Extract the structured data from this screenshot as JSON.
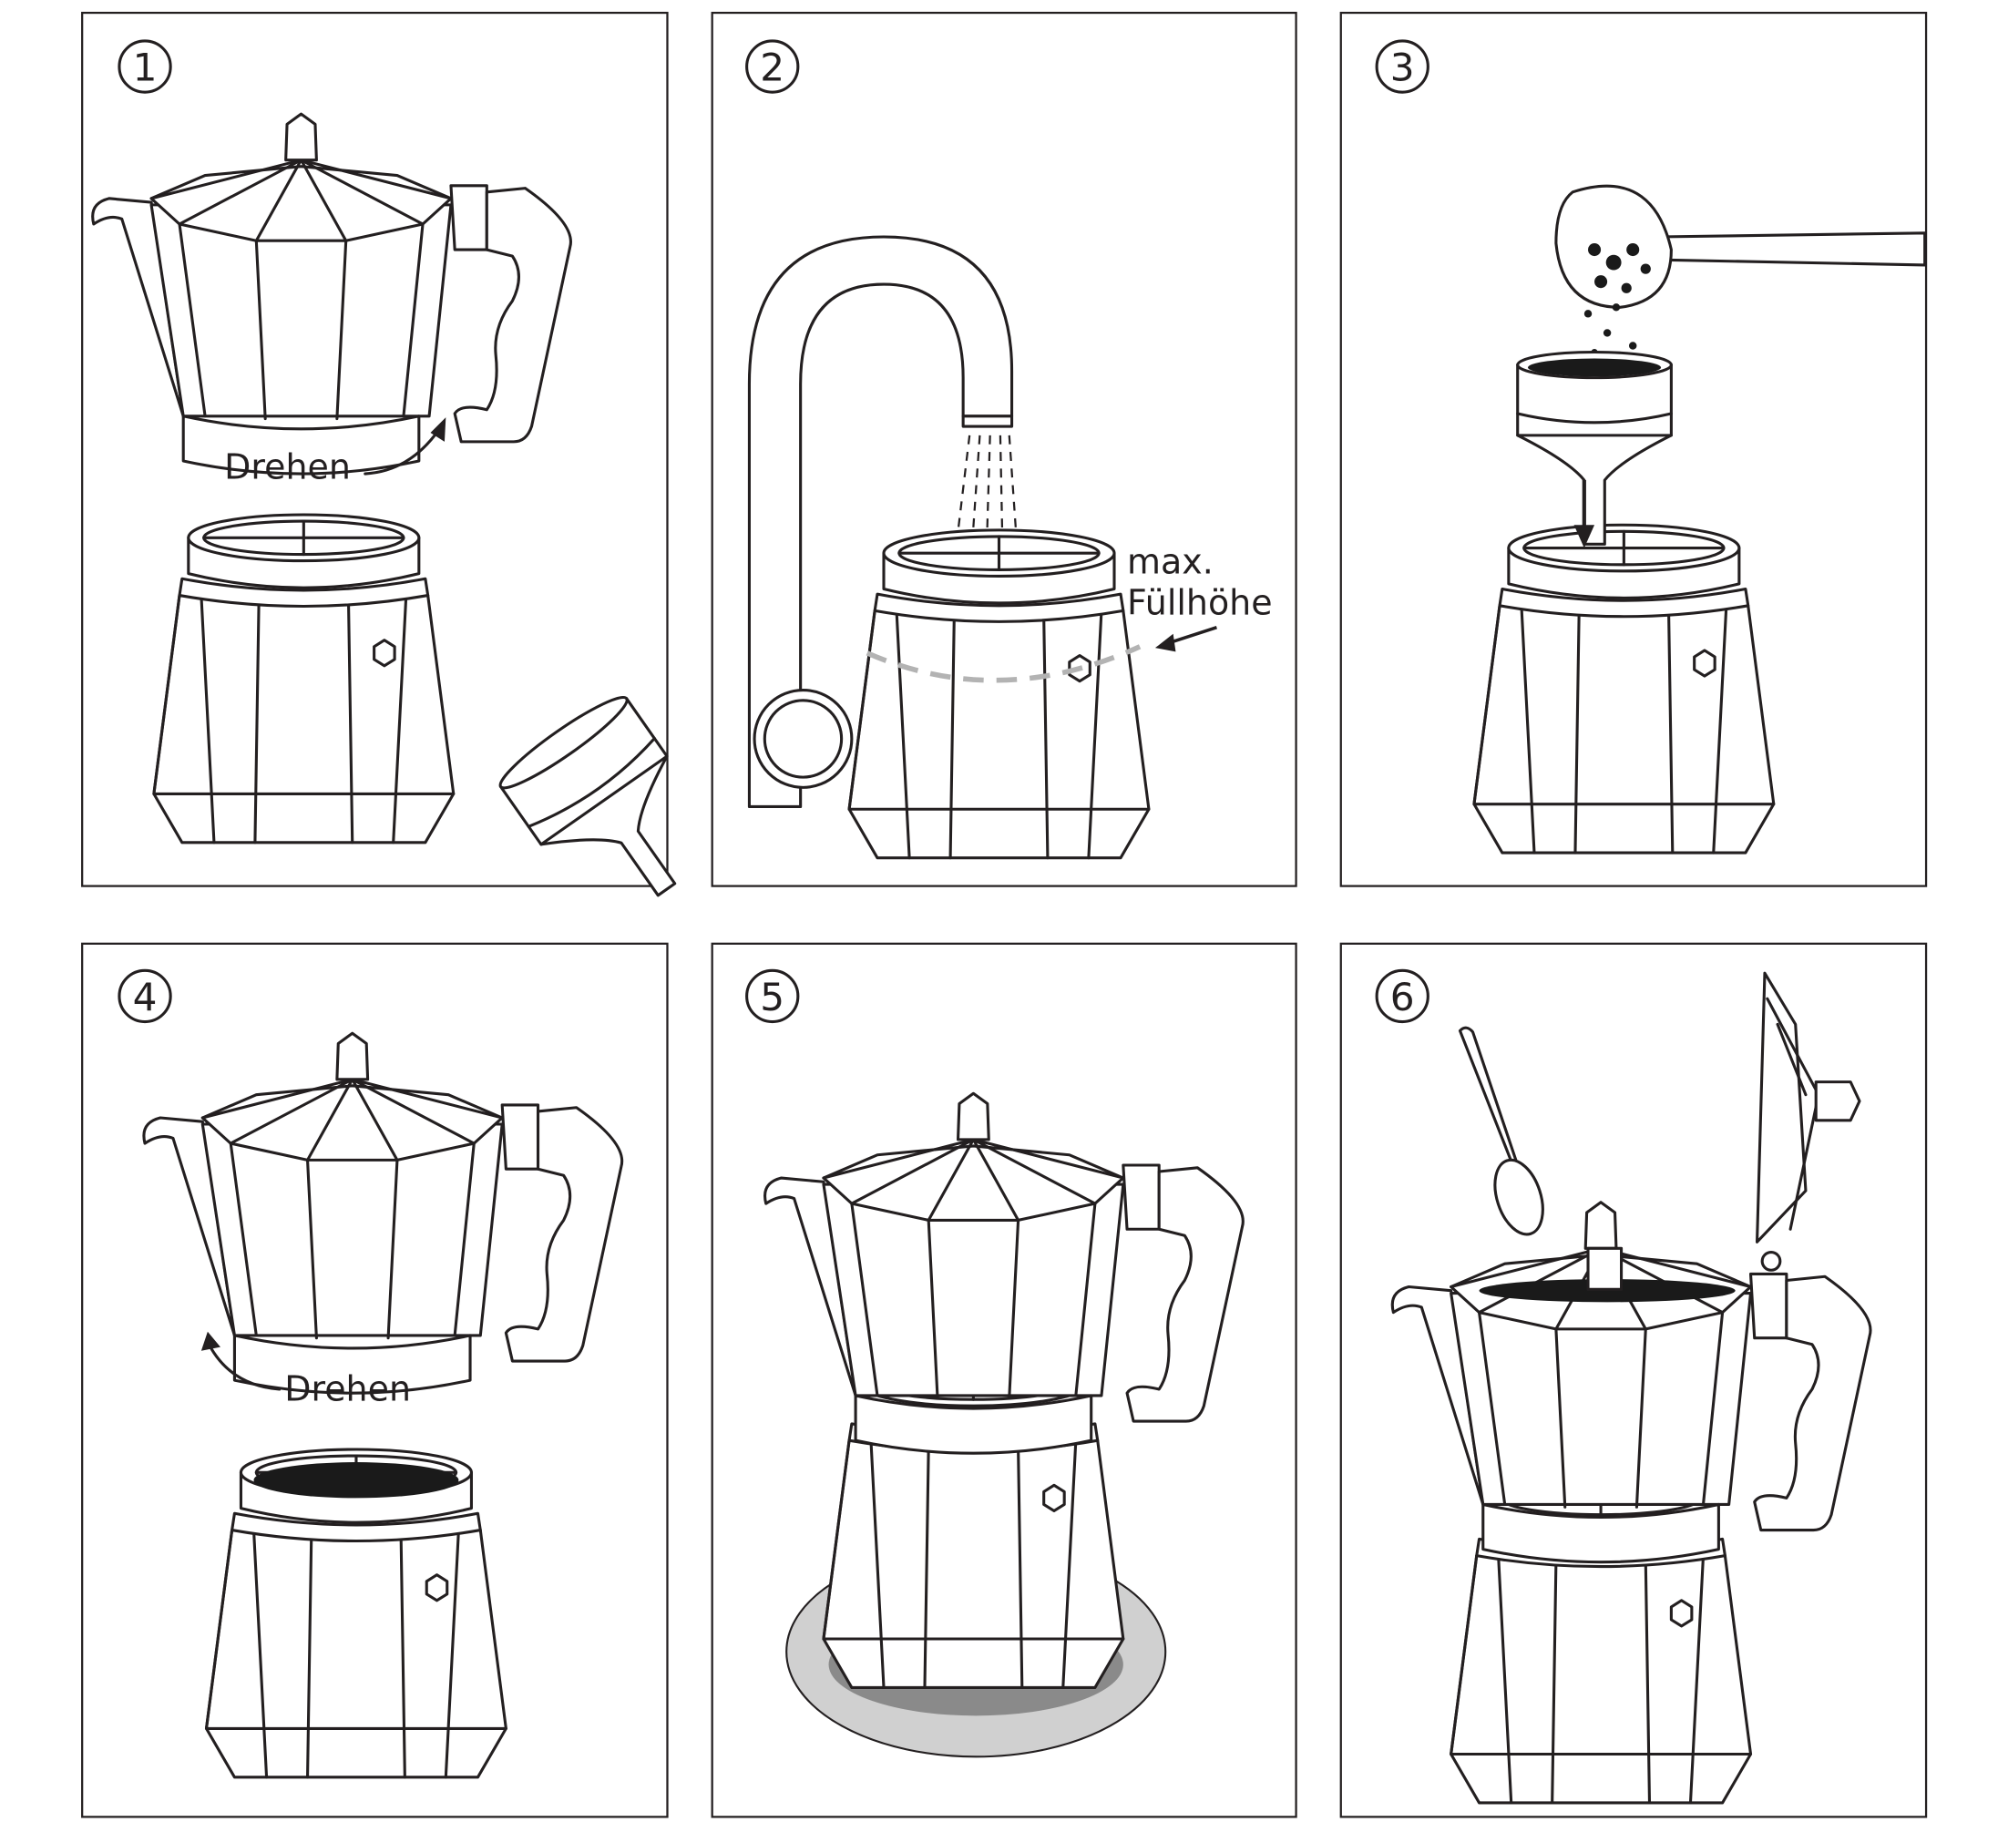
{
  "steps": [
    {
      "number": "1",
      "label": "Drehen"
    },
    {
      "number": "2",
      "label_line1": "max.",
      "label_line2": "Füllhöhe"
    },
    {
      "number": "3"
    },
    {
      "number": "4",
      "label": "Drehen"
    },
    {
      "number": "5"
    },
    {
      "number": "6"
    }
  ],
  "colors": {
    "line": "#231f20",
    "fill_line": "#b3b3b3",
    "stove": "#d0d0d0",
    "stove_inner": "#8a8a8a",
    "coffee": "#1a1a1a"
  }
}
